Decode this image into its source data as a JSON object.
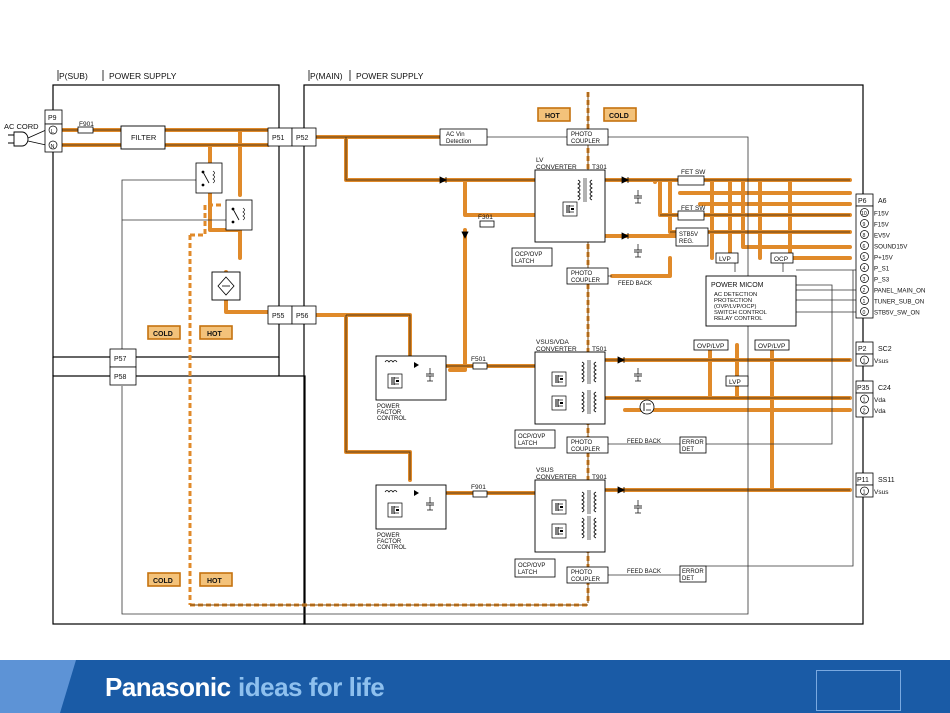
{
  "sections": {
    "sub": {
      "tag": "P(SUB)",
      "title": "POWER SUPPLY"
    },
    "main": {
      "tag": "P(MAIN)",
      "title": "POWER SUPPLY"
    }
  },
  "ac_cord": "AC CORD",
  "connectors": {
    "p9": "P9",
    "p51": "P51",
    "p52": "P52",
    "p55": "P55",
    "p56": "P56",
    "p57": "P57",
    "p58": "P58",
    "p6": "P6",
    "a6": "A6",
    "p2": "P2",
    "sc2": "SC2",
    "p35": "P35",
    "c24": "C24",
    "p11": "P11",
    "ss11": "SS11"
  },
  "pin_labels": {
    "l": "L",
    "n": "N"
  },
  "fuses": {
    "f901_sub": "F901",
    "f301": "F301",
    "f501": "F501",
    "f901_main": "F901"
  },
  "blocks": {
    "filter": "FILTER",
    "ac_vin": [
      "AC Vin",
      "Detection"
    ],
    "photo_coupler": [
      "PHOTO",
      "COUPLER"
    ],
    "lv_converter": [
      "LV",
      "CONVERTER"
    ],
    "t301": "T301",
    "t501": "T501",
    "t901": "T901",
    "vsus_vda_converter": [
      "VSUS/VDA",
      "CONVERTER"
    ],
    "vsus_converter": [
      "VSUS",
      "CONVERTER"
    ],
    "ocp_ovp_latch": [
      "OCP/OVP",
      "LATCH"
    ],
    "pfc": [
      "POWER",
      "FACTOR",
      "CONTROL"
    ],
    "fet_sw": "FET SW",
    "stb5v_reg": [
      "STB5V",
      "REG."
    ],
    "lvp": "LVP",
    "ocp": "OCP",
    "ovp_lvp": "OVP/LVP",
    "error_det": [
      "ERROR",
      "DET"
    ],
    "feed_back": "FEED BACK",
    "power_micom": {
      "title": "POWER MICOM",
      "lines": [
        "AC DETECTION",
        "PROTECTION",
        "(OVP/LVP/OCP)",
        "SWITCH CONTROL",
        "RELAY CONTROL"
      ]
    }
  },
  "hot_cold": {
    "hot": "HOT",
    "cold": "COLD"
  },
  "outputs": {
    "a6": [
      {
        "pin": "10",
        "label": "F15V"
      },
      {
        "pin": "9",
        "label": "F15V"
      },
      {
        "pin": "8",
        "label": "EV5V"
      },
      {
        "pin": "6",
        "label": "SOUND15V"
      },
      {
        "pin": "5",
        "label": "P+15V"
      },
      {
        "pin": "4",
        "label": "P_S1"
      },
      {
        "pin": "3",
        "label": "P_S3"
      },
      {
        "pin": "2",
        "label": "PANEL_MAIN_ON"
      },
      {
        "pin": "1",
        "label": "TUNER_SUB_ON"
      },
      {
        "pin": "0",
        "label": "STB5V_SW_ON"
      }
    ],
    "sc2": [
      {
        "pin": "1",
        "label": "Vsus"
      }
    ],
    "c24": [
      {
        "pin": "1",
        "label": "Vda"
      },
      {
        "pin": "2",
        "label": "Vda"
      }
    ],
    "ss11": [
      {
        "pin": "1",
        "label": "Vsus"
      }
    ]
  },
  "footer": {
    "brand": "Panasonic",
    "slogan": "ideas for life"
  },
  "colors": {
    "power_path": "#e08a2a",
    "accent_blue": "#1a5ba6",
    "slogan_blue": "#8ec0ee"
  }
}
